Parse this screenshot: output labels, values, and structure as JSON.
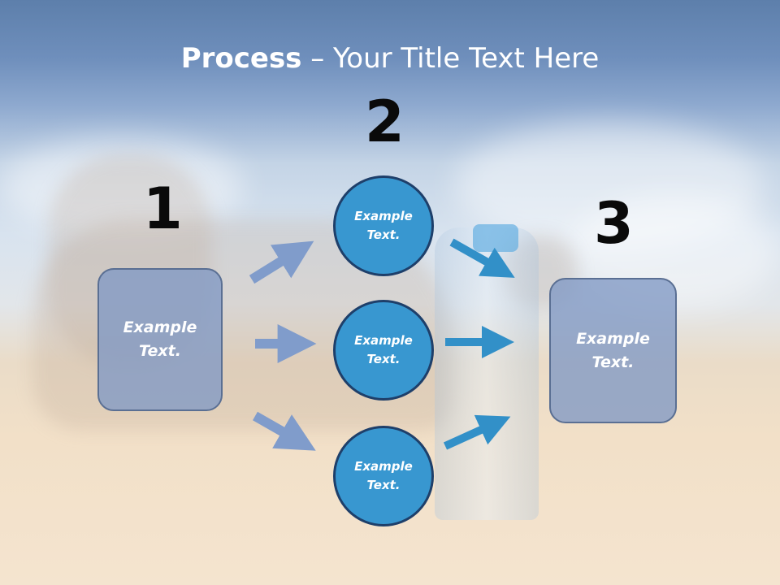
{
  "title": {
    "bold": "Process",
    "rest": " – Your Title Text Here"
  },
  "steps": [
    {
      "number": "1",
      "label": "Example\nText."
    },
    {
      "number": "2",
      "labels": [
        "Example\nText.",
        "Example\nText.",
        "Example\nText."
      ]
    },
    {
      "number": "3",
      "label": "Example\nText."
    }
  ],
  "colors": {
    "box_fill": "#8098c4",
    "circle_fill": "#3897d0",
    "arrow_left": "#809ccb",
    "arrow_right": "#3290c8"
  }
}
